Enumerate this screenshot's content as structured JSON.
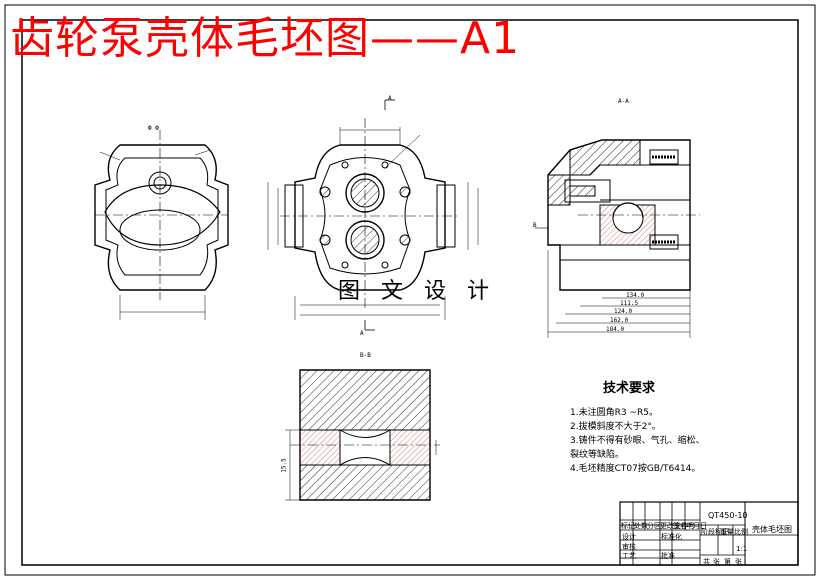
{
  "banner": {
    "title": "齿轮泵壳体毛坯图——A1",
    "color": "#ff0000"
  },
  "watermark": "图 文 设 计",
  "views": {
    "section_aa": "A-A",
    "section_bb": "B-B",
    "left_view_label": "Ф Ф",
    "front_view_label": "A",
    "section_mark_a": "A",
    "arrow_label_b": "B"
  },
  "dimensions": {
    "aa_dims": [
      "134.0",
      "111.5",
      "124.0",
      "162.0",
      "184.0"
    ],
    "bb_dim": "15.5"
  },
  "requirements": {
    "title": "技术要求",
    "items": [
      "1.未注圆角R3 ~R5。",
      "2.拔模斜度不大于2°。",
      "3.铸件不得有砂眼、气孔、缩松、",
      "裂纹等缺陷。",
      "4.毛坯精度CT07按GB/T6414。"
    ]
  },
  "title_block": {
    "drawing_no": "QT450-10",
    "part_name": "壳体毛坯图",
    "scale_label": "1:1",
    "row_labels": [
      "标记",
      "处数",
      "分区",
      "更改文件号",
      "签名",
      "年月日"
    ],
    "sign_rows": [
      "设计",
      "审核",
      "工艺"
    ],
    "stage_labels": [
      "阶段标记",
      "重量",
      "比例"
    ],
    "sheet_labels": [
      "共",
      "张",
      "第",
      "张"
    ],
    "std_label": "标准化",
    "approve_label": "批准"
  }
}
